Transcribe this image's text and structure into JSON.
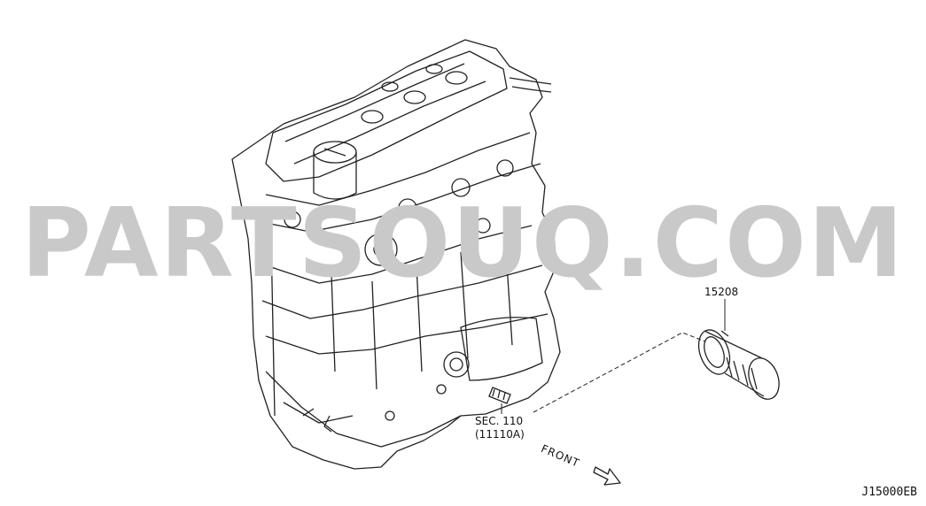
{
  "watermark": "PARTSOUQ.COM",
  "callouts": {
    "oil_filter_part": "15208",
    "oil_filter_section": "SEC. 110",
    "oil_filter_section_ref": "(11110A)"
  },
  "front_label": "FRONT",
  "diagram_code": "J15000EB"
}
